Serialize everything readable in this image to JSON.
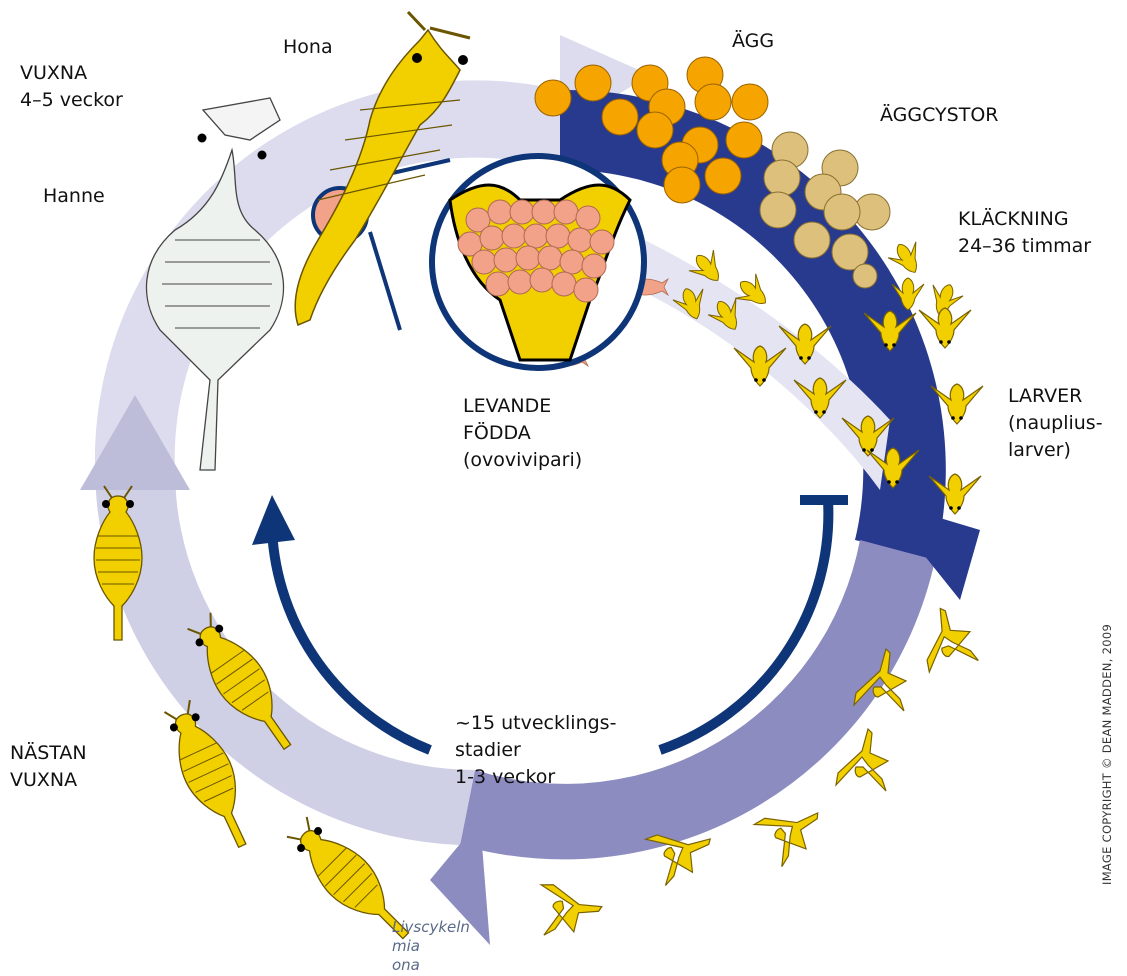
{
  "labels": {
    "hona": "Hona",
    "vuxna_1": "VUXNA",
    "vuxna_2": "4–5 veckor",
    "hanne": "Hanne",
    "agg": "ÄGG",
    "aggcystor": "ÄGGCYSTOR",
    "klackning_1": "KLÄCKNING",
    "klackning_2": "24–36 timmar",
    "larver_1": "LARVER",
    "larver_2": "(nauplius-",
    "larver_3": "larver)",
    "levande_1": "LEVANDE",
    "levande_2": "FÖDDA",
    "levande_3": "(ovovivipari)",
    "stadier_1": "~15 utvecklings-",
    "stadier_2": "stadier",
    "stadier_3": "1-3 veckor",
    "nastan_1": "NÄSTAN",
    "nastan_2": "VUXNA"
  },
  "copyright": "IMAGE COPYRIGHT © DEAN MADDEN, 2009",
  "caption": [
    "Livscykeln",
    "mia",
    "ona"
  ],
  "colors": {
    "ring_light": "#dcdcee",
    "ring_mid": "#bdbdd9",
    "ring_purple": "#8c8cc0",
    "ring_dark": "#283a8e",
    "arrow_blue": "#0e3578",
    "egg_orange": "#f6a400",
    "cyst_tan": "#dcc07c",
    "shrimp_yellow": "#f2d000",
    "embryo_pink": "#f2a288",
    "male_white": "#eef2ee"
  }
}
